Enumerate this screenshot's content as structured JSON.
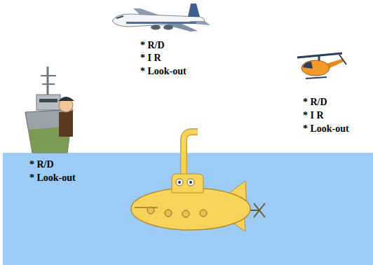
{
  "diagram": {
    "labels": [
      "* R/D",
      "* I R",
      "* Look-out",
      "* R/D",
      "* I R",
      "* Look-out",
      "* R/D",
      "* Look-out"
    ]
  }
}
